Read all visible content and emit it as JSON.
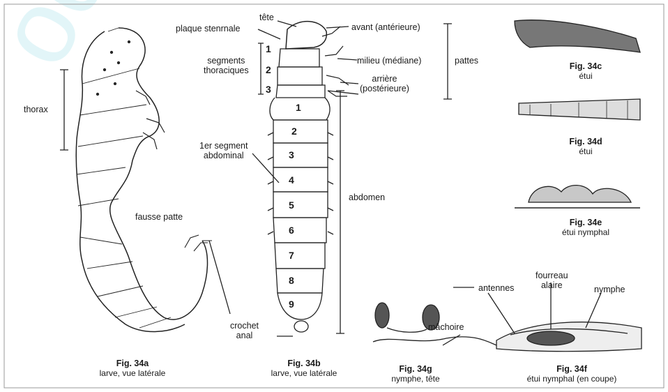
{
  "watermark": "odre.fr",
  "labels": {
    "tete": "tête",
    "plaque_sternale": "plaque stenrnale",
    "segments_thoraciques": [
      "segments",
      "thoraciques"
    ],
    "thorax": "thorax",
    "avant": "avant (antérieure)",
    "milieu": "milieu (médiane)",
    "arriere": [
      "arrière",
      "(postérieure)"
    ],
    "pattes": "pattes",
    "segment_abdominal": [
      "1er segment",
      "abdominal"
    ],
    "abdomen": "abdomen",
    "fausse_patte": "fausse patte",
    "crochet_anal": [
      "crochet",
      "anal"
    ],
    "antennes": "antennes",
    "machoire": "mâchoire",
    "fourreau_alaire": [
      "fourreau",
      "alaire"
    ],
    "nymphe": "nymphe"
  },
  "thoracic_numbers": [
    "1",
    "2",
    "3"
  ],
  "abdominal_numbers": [
    "1",
    "2",
    "3",
    "4",
    "5",
    "6",
    "7",
    "8",
    "9"
  ],
  "captions": {
    "a": {
      "fig": "Fig. 34a",
      "sub": "larve, vue latérale"
    },
    "b": {
      "fig": "Fig. 34b",
      "sub": "larve, vue latérale"
    },
    "c": {
      "fig": "Fig. 34c",
      "sub": "étui"
    },
    "d": {
      "fig": "Fig. 34d",
      "sub": "étui"
    },
    "e": {
      "fig": "Fig. 34e",
      "sub": "étui nymphal"
    },
    "g": {
      "fig": "Fig. 34g",
      "sub": "nymphe, tête"
    },
    "f": {
      "fig": "Fig. 34f",
      "sub": "étui nymphal (en coupe)"
    }
  }
}
